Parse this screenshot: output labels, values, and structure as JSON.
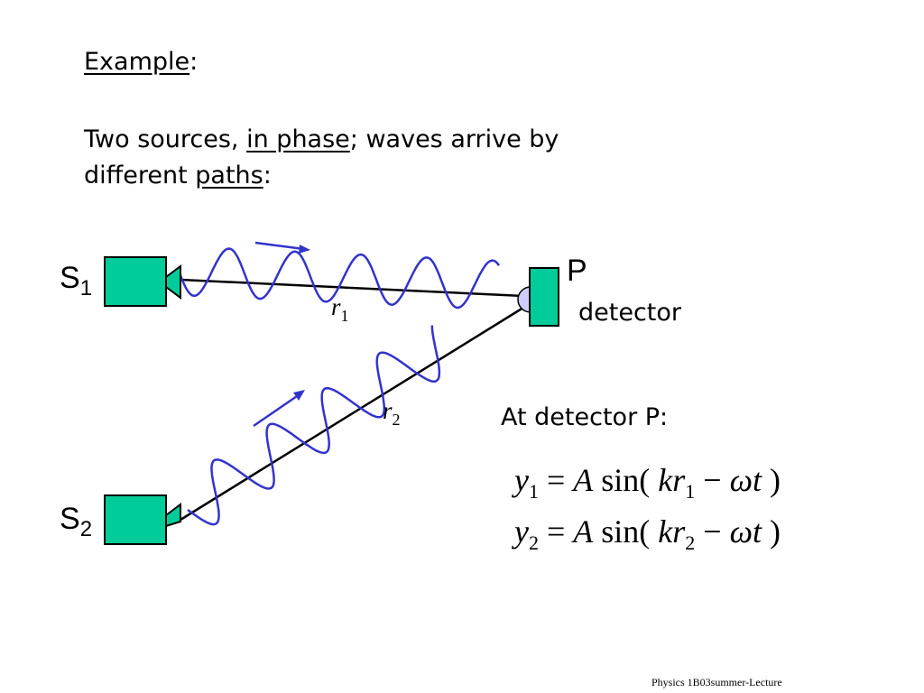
{
  "slide": {
    "title": "Example",
    "title_suffix": ":",
    "intro": {
      "part1": "Two sources, ",
      "link1": "in phase",
      "part2": "; waves arrive by different ",
      "link2": "paths",
      "part3": ":"
    },
    "footer": "Physics 1B03summer-Lecture"
  },
  "diagram": {
    "source1": {
      "letter": "S",
      "index": "1"
    },
    "source2": {
      "letter": "S",
      "index": "2"
    },
    "point": "P",
    "detector_label": "detector",
    "r1": {
      "letter": "r",
      "index": "1"
    },
    "r2": {
      "letter": "r",
      "index": "2"
    },
    "colors": {
      "box": "#00cc99",
      "wave": "#3333cc",
      "detector_cap": "#ccccff"
    }
  },
  "equations": {
    "heading": "At detector P:",
    "eq1": {
      "y": "y",
      "y_sub": "1",
      "eq": " = ",
      "A": "A",
      "sin": " sin( ",
      "k": "k",
      "r": "r",
      "r_sub": "1",
      "minus": " − ",
      "omega": "ω",
      "t": "t",
      "close": " )"
    },
    "eq2": {
      "y": "y",
      "y_sub": "2",
      "eq": " = ",
      "A": "A",
      "sin": " sin( ",
      "k": "k",
      "r": "r",
      "r_sub": "2",
      "minus": " − ",
      "omega": "ω",
      "t": "t",
      "close": " )"
    }
  }
}
